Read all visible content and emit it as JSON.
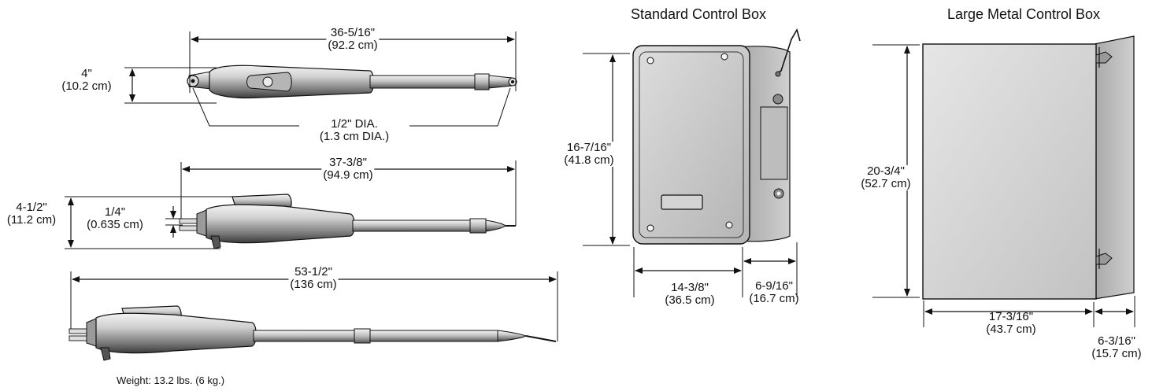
{
  "titles": {
    "standard_box": "Standard Control Box",
    "large_box": "Large Metal Control Box"
  },
  "actuator_top": {
    "length_in": "36-5/16\"",
    "length_cm": "(92.2 cm)",
    "height_in": "4\"",
    "height_cm": "(10.2 cm)",
    "hole_in": "1/2\" DIA.",
    "hole_cm": "(1.3 cm DIA.)"
  },
  "actuator_mid": {
    "length_in": "37-3/8\"",
    "length_cm": "(94.9 cm)",
    "height_in": "4-1/2\"",
    "height_cm": "(11.2 cm)",
    "offset_in": "1/4\"",
    "offset_cm": "(0.635 cm)"
  },
  "actuator_bottom": {
    "length_in": "53-1/2\"",
    "length_cm": "(136 cm)",
    "weight": "Weight: 13.2 lbs. (6 kg.)"
  },
  "standard_box": {
    "height_in": "16-7/16\"",
    "height_cm": "(41.8 cm)",
    "width_in": "14-3/8\"",
    "width_cm": "(36.5 cm)",
    "depth_in": "6-9/16\"",
    "depth_cm": "(16.7 cm)"
  },
  "large_box": {
    "height_in": "20-3/4\"",
    "height_cm": "(52.7 cm)",
    "width_in": "17-3/16\"",
    "width_cm": "(43.7 cm)",
    "depth_in": "6-3/16\"",
    "depth_cm": "(15.7 cm)"
  },
  "colors": {
    "line": "#111111",
    "body_dark": "#6e6e6e",
    "body_light": "#e4e4e4",
    "panel": "#c9c9c9"
  }
}
